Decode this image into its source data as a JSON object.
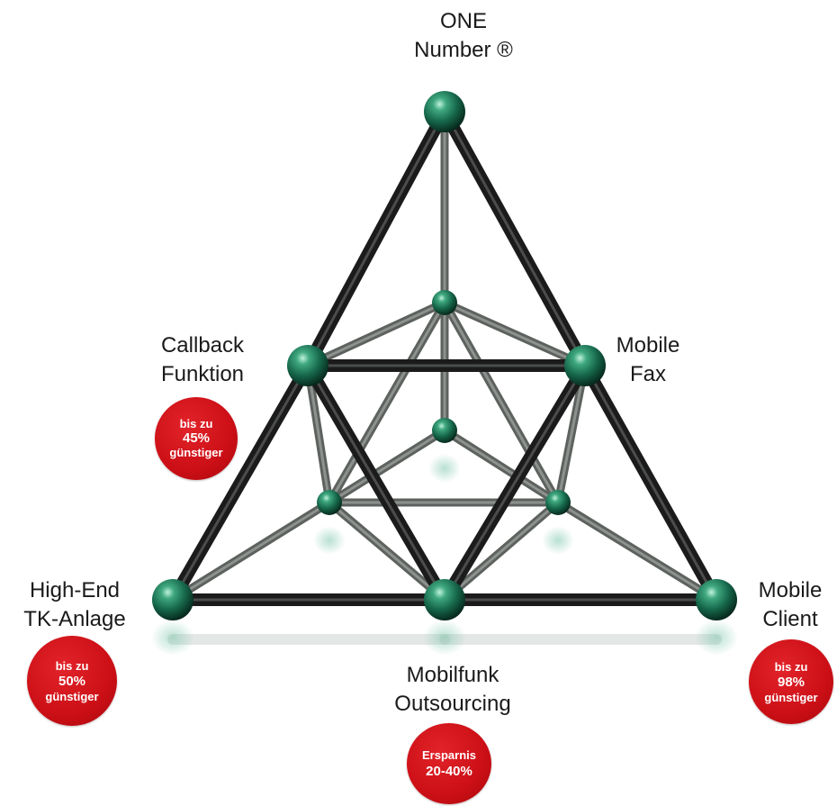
{
  "nodes": {
    "top": {
      "lines": [
        "ONE",
        "Number ®"
      ]
    },
    "mid_left": {
      "lines": [
        "Callback",
        "Funktion"
      ]
    },
    "mid_right": {
      "lines": [
        "Mobile",
        "Fax"
      ]
    },
    "bottom_left": {
      "lines": [
        "High-End",
        "TK-Anlage"
      ]
    },
    "bottom_right": {
      "lines": [
        "Mobile",
        "Client"
      ]
    },
    "bottom_center": {
      "lines": [
        "Mobilfunk",
        "Outsourcing"
      ]
    }
  },
  "badges": {
    "callback": {
      "lines": [
        "bis zu",
        "45%",
        "günstiger"
      ]
    },
    "high_end": {
      "lines": [
        "bis zu",
        "50%",
        "günstiger"
      ]
    },
    "mobile_client": {
      "lines": [
        "bis zu",
        "98%",
        "günstiger"
      ]
    },
    "outsourcing": {
      "lines": [
        "Ersparnis",
        "20-40%"
      ]
    }
  },
  "colors": {
    "rod": "#1b1b1b",
    "sphere": "#1f7a5c",
    "badge": "#d41920"
  }
}
